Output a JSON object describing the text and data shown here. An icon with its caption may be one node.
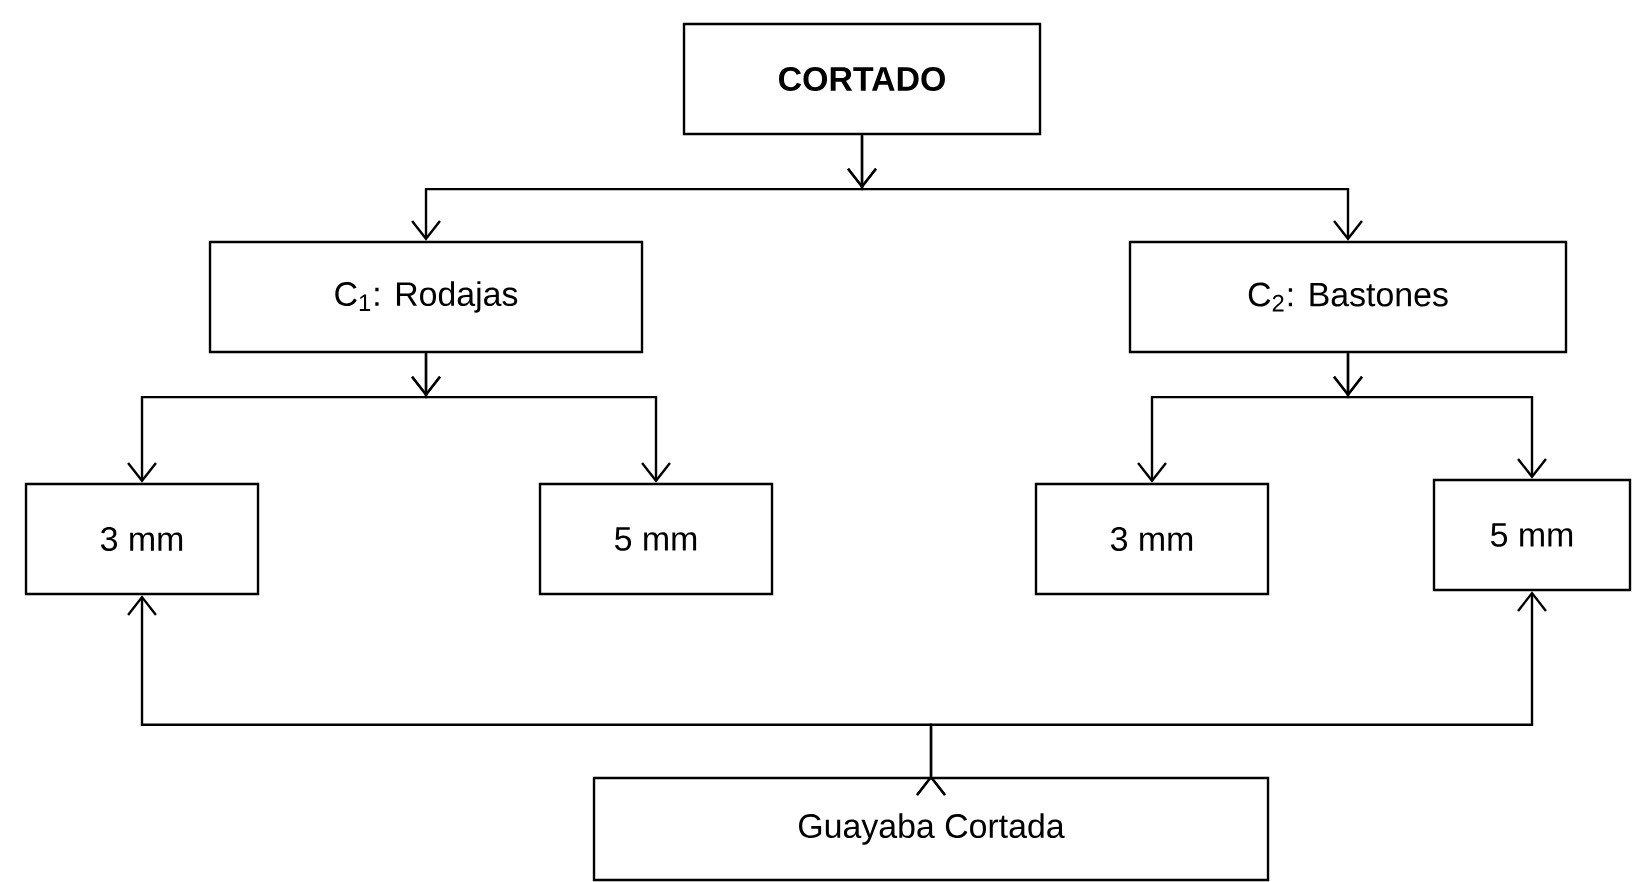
{
  "diagram": {
    "nodes": [
      {
        "text": [
          "CORTADO"
        ]
      },
      {
        "text": [
          "C$_{1}$: Rodajas"
        ]
      },
      {
        "text": [
          "C$_{2}$: Bastones"
        ]
      },
      {
        "text": [
          "3 mm"
        ]
      },
      {
        "text": [
          "5 mm"
        ]
      },
      {
        "text": [
          "3 mm"
        ]
      },
      {
        "text": [
          "5 mm"
        ]
      },
      {
        "text": [
          "Guayaba Cortada"
        ]
      }
    ],
    "edges": [
      {
        "from": 0,
        "to": 1,
        "arrow": "to"
      },
      {
        "from": 0,
        "to": 2,
        "arrow": "to"
      },
      {
        "from": 1,
        "to": 3,
        "arrow": "to"
      },
      {
        "from": 1,
        "to": 4,
        "arrow": "to"
      },
      {
        "from": 2,
        "to": 5,
        "arrow": "to"
      },
      {
        "from": 2,
        "to": 6,
        "arrow": "to"
      },
      {
        "from": 7,
        "to": 3,
        "arrow": "to"
      },
      {
        "from": 7,
        "to": 6,
        "arrow": "to"
      }
    ]
  }
}
